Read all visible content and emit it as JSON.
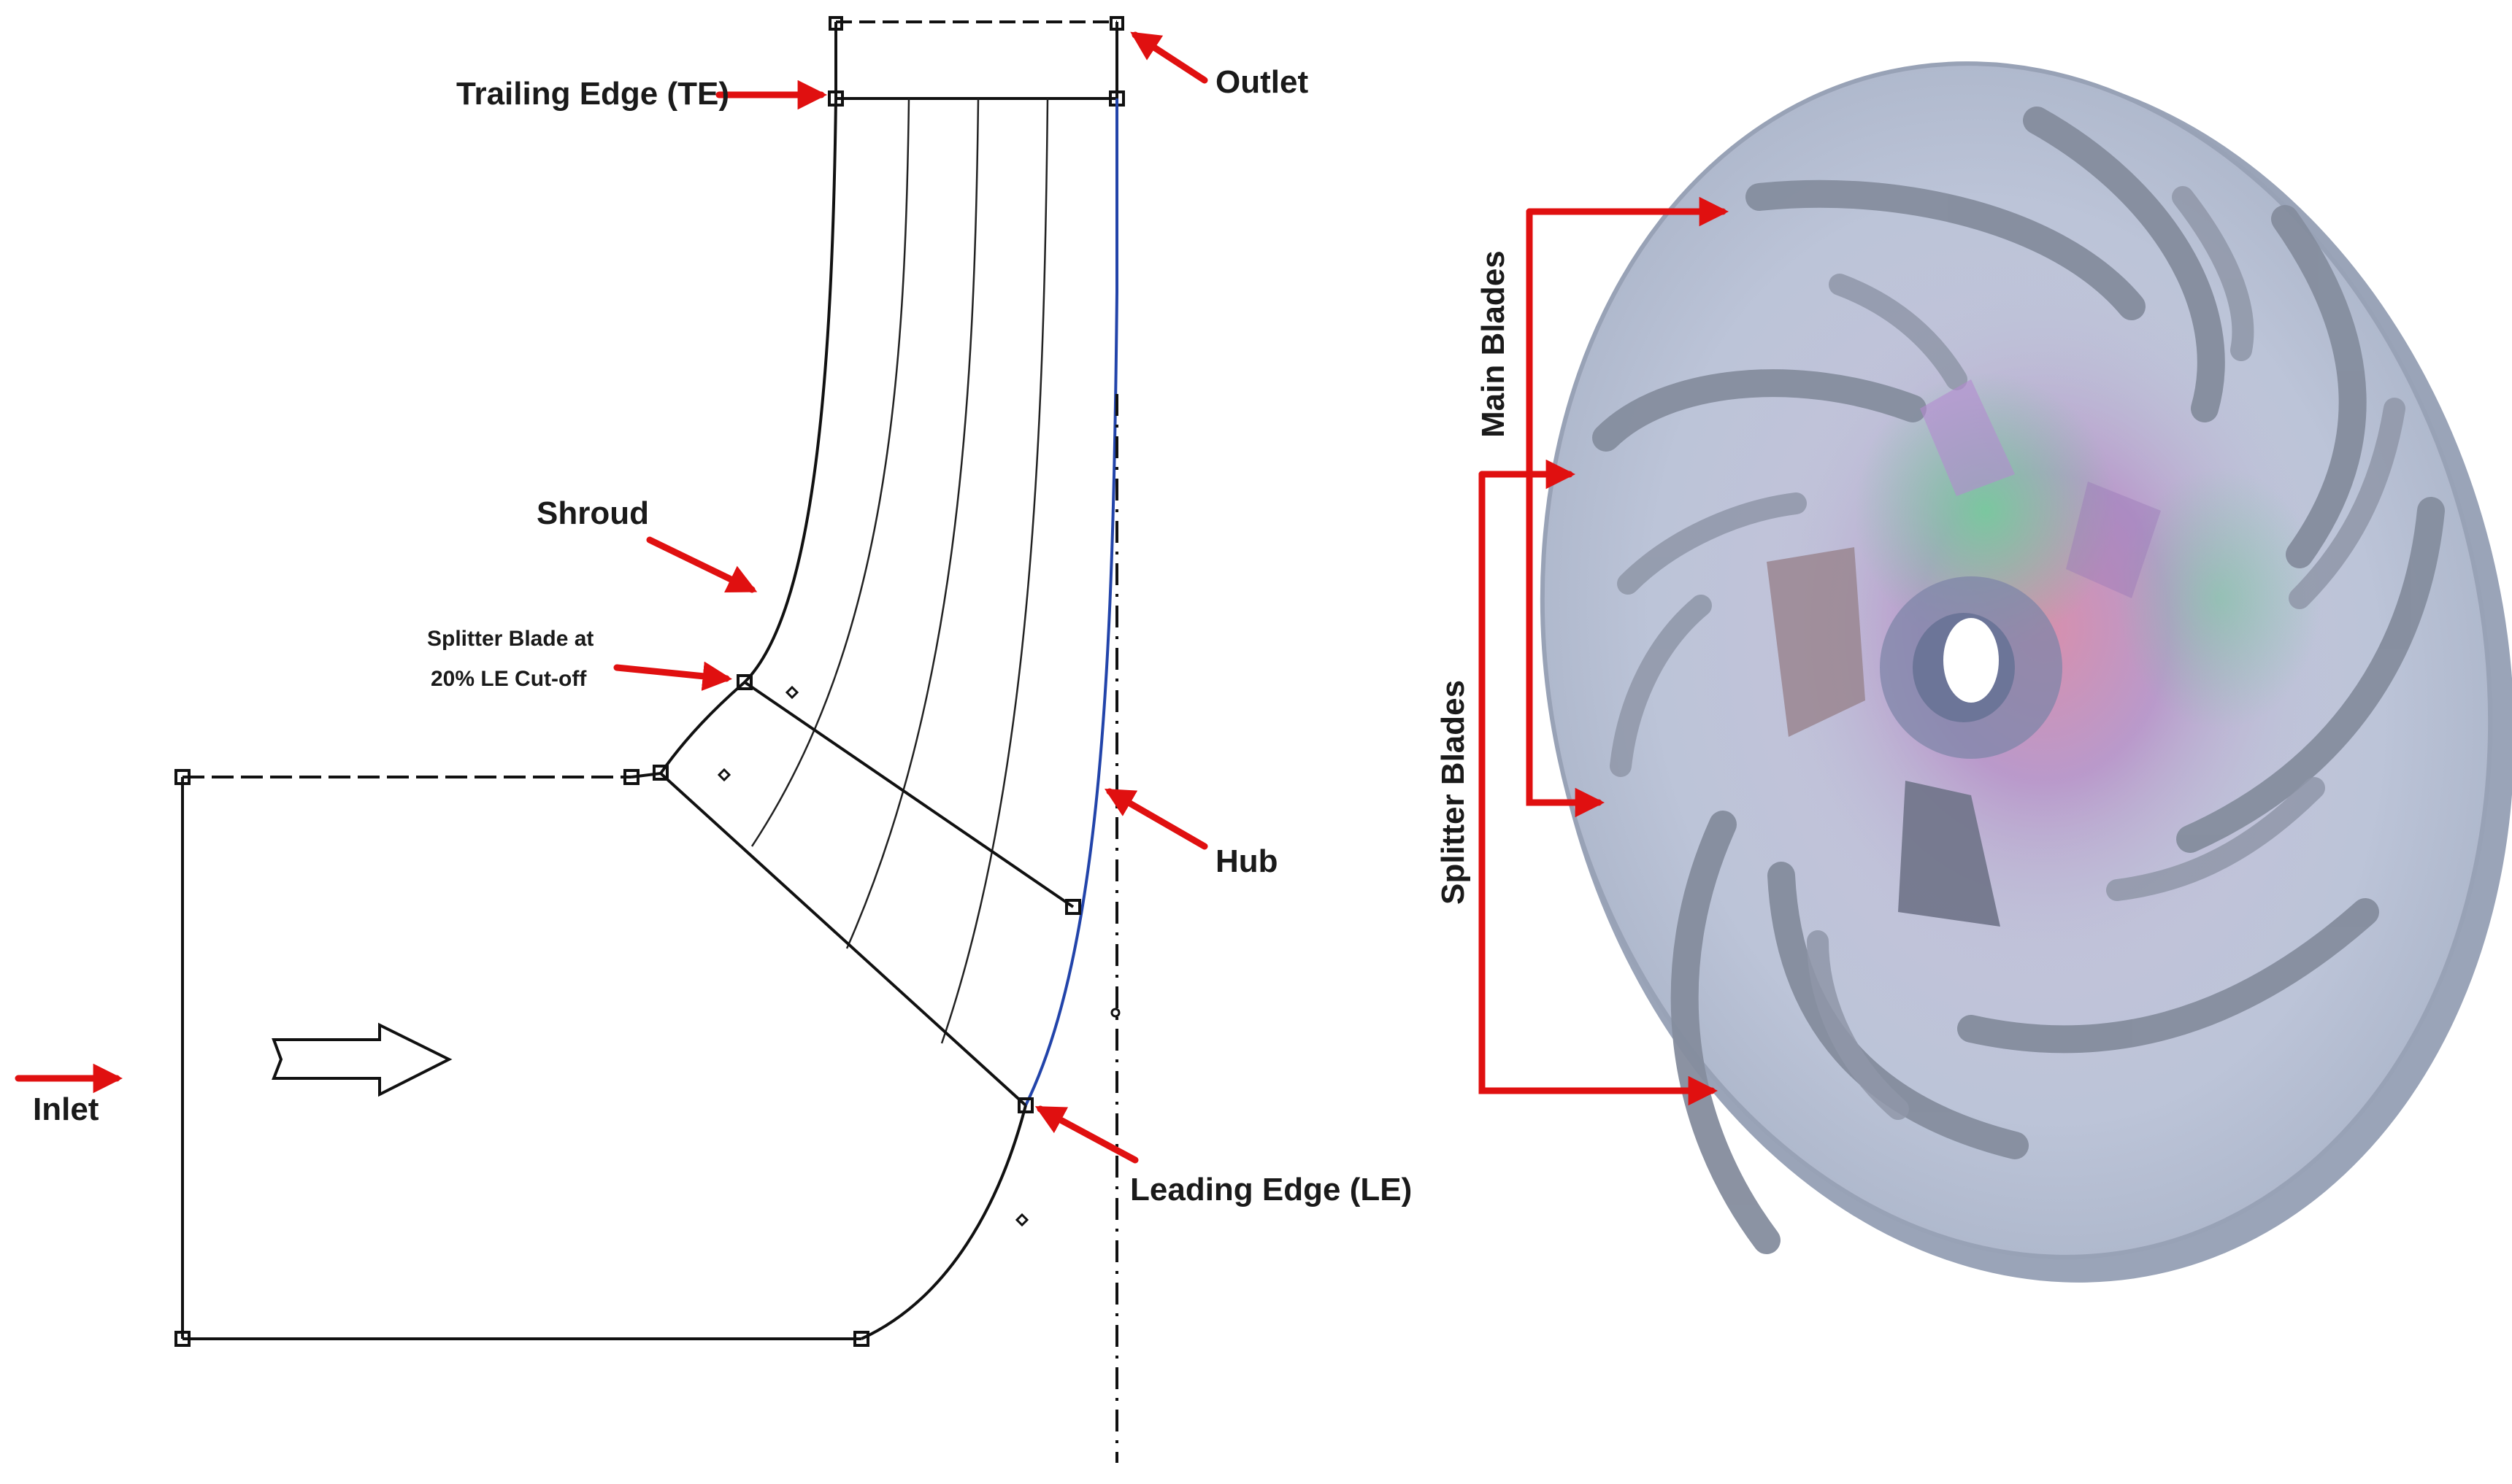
{
  "meridional_view": {
    "labels": {
      "trailing_edge": "Trailing Edge (TE)",
      "outlet": "Outlet",
      "shroud": "Shroud",
      "splitter_line1": "Splitter Blade at",
      "splitter_line2": "20% LE Cut-off",
      "hub": "Hub",
      "inlet": "Inlet",
      "leading_edge": "Leading Edge (LE)"
    }
  },
  "impeller_view": {
    "labels": {
      "main_blades": "Main Blades",
      "splitter_blades": "Splitter Blades"
    }
  },
  "colors": {
    "annotation_arrow": "#e01010",
    "geometry_line": "#111111",
    "hub_line": "#2244aa",
    "impeller_disc": "#b9c3d6",
    "blade": "#8b93a3"
  }
}
